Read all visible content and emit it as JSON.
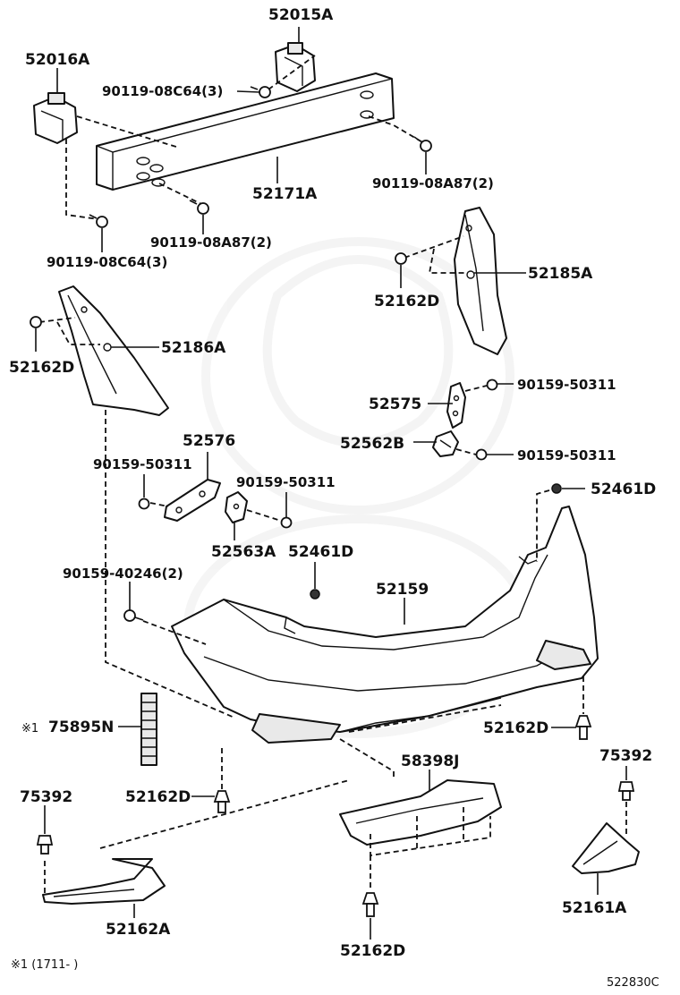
{
  "diagram": {
    "labels": {
      "p52015A": "52015A",
      "p52016A": "52016A",
      "b9011908C64_top": "90119-08C64(3)",
      "p52171A": "52171A",
      "b9011908A87_right": "90119-08A87(2)",
      "b9011908A87_left": "90119-08A87(2)",
      "b9011908C64_left": "90119-08C64(3)",
      "p52162D_r": "52162D",
      "p52185A": "52185A",
      "p52162D_l": "52162D",
      "p52186A": "52186A",
      "p52575": "52575",
      "b9015950311_a": "90159-50311",
      "p52562B": "52562B",
      "b9015950311_b": "90159-50311",
      "p52576": "52576",
      "b9015950311_c": "90159-50311",
      "b9015950311_d": "90159-50311",
      "p52461D_r": "52461D",
      "p52563A": "52563A",
      "p52461D_c": "52461D",
      "b9015940246": "90159-40246(2)",
      "p52159": "52159",
      "p75895N_mark": "※1",
      "p75895N": "75895N",
      "p52162D_br": "52162D",
      "p58398J": "58398J",
      "p75392_r": "75392",
      "p75392_l": "75392",
      "p52162D_bl": "52162D",
      "p52162A": "52162A",
      "p52161A": "52161A",
      "p52162D_bc": "52162D",
      "footnote": "※1 (1711-      )",
      "figure_code": "522830C"
    }
  }
}
